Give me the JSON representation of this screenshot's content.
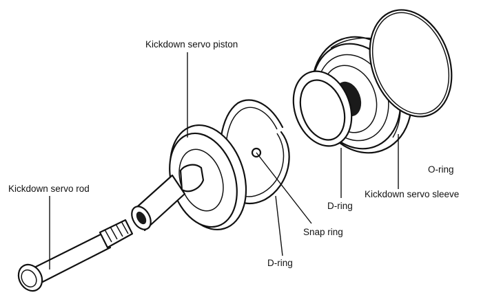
{
  "labels": {
    "piston": "Kickdown servo piston",
    "rod": "Kickdown servo rod",
    "snap_ring": "Snap ring",
    "dring_left": "D-ring",
    "dring_mid": "D-ring",
    "oring": "O-ring",
    "sleeve": "Kickdown servo sleeve"
  }
}
